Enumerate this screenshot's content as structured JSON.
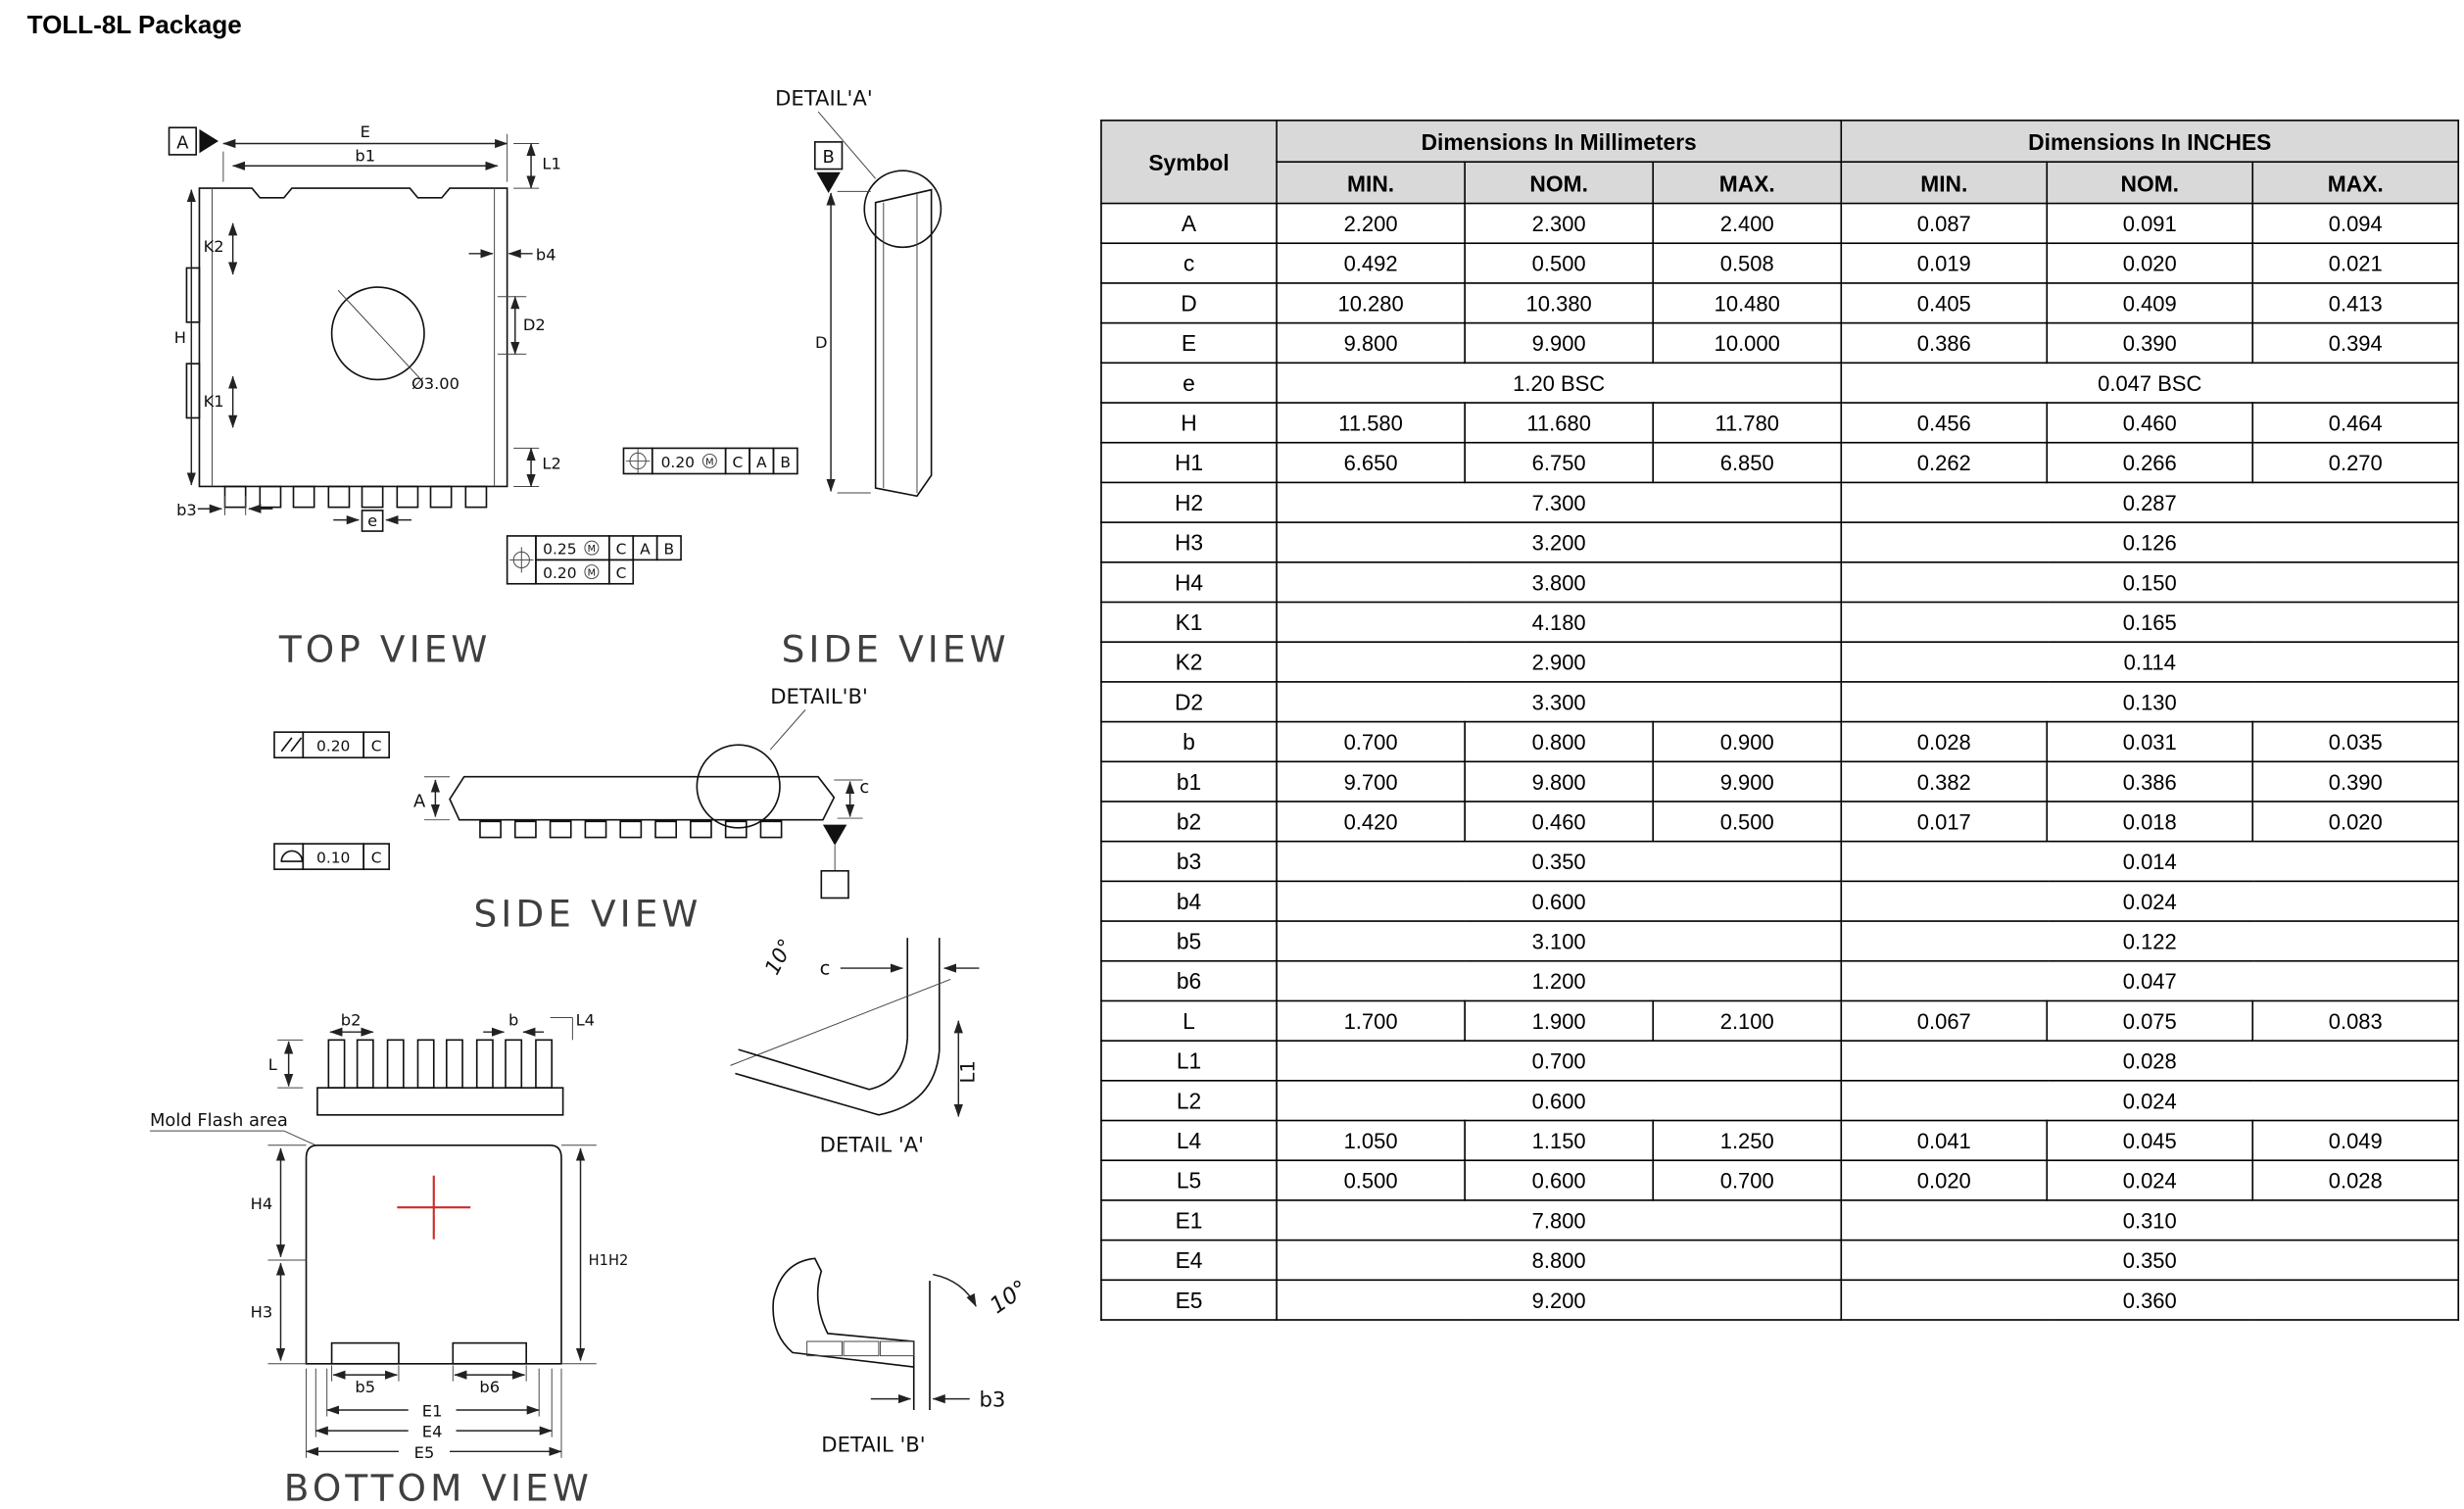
{
  "page": {
    "title": "TOLL-8L Package"
  },
  "table": {
    "header": {
      "symbol": "Symbol",
      "mm": "Dimensions In Millimeters",
      "inches": "Dimensions In INCHES",
      "min": "MIN.",
      "nom": "NOM.",
      "max": "MAX."
    },
    "rows": [
      {
        "symbol": "A",
        "mm": [
          "2.200",
          "2.300",
          "2.400"
        ],
        "in": [
          "0.087",
          "0.091",
          "0.094"
        ]
      },
      {
        "symbol": "c",
        "mm": [
          "0.492",
          "0.500",
          "0.508"
        ],
        "in": [
          "0.019",
          "0.020",
          "0.021"
        ]
      },
      {
        "symbol": "D",
        "mm": [
          "10.280",
          "10.380",
          "10.480"
        ],
        "in": [
          "0.405",
          "0.409",
          "0.413"
        ]
      },
      {
        "symbol": "E",
        "mm": [
          "9.800",
          "9.900",
          "10.000"
        ],
        "in": [
          "0.386",
          "0.390",
          "0.394"
        ]
      },
      {
        "symbol": "e",
        "mm": [
          "1.20 BSC"
        ],
        "in": [
          "0.047 BSC"
        ]
      },
      {
        "symbol": "H",
        "mm": [
          "11.580",
          "11.680",
          "11.780"
        ],
        "in": [
          "0.456",
          "0.460",
          "0.464"
        ]
      },
      {
        "symbol": "H1",
        "mm": [
          "6.650",
          "6.750",
          "6.850"
        ],
        "in": [
          "0.262",
          "0.266",
          "0.270"
        ]
      },
      {
        "symbol": "H2",
        "mm": [
          "7.300"
        ],
        "in": [
          "0.287"
        ]
      },
      {
        "symbol": "H3",
        "mm": [
          "3.200"
        ],
        "in": [
          "0.126"
        ]
      },
      {
        "symbol": "H4",
        "mm": [
          "3.800"
        ],
        "in": [
          "0.150"
        ]
      },
      {
        "symbol": "K1",
        "mm": [
          "4.180"
        ],
        "in": [
          "0.165"
        ]
      },
      {
        "symbol": "K2",
        "mm": [
          "2.900"
        ],
        "in": [
          "0.114"
        ]
      },
      {
        "symbol": "D2",
        "mm": [
          "3.300"
        ],
        "in": [
          "0.130"
        ]
      },
      {
        "symbol": "b",
        "mm": [
          "0.700",
          "0.800",
          "0.900"
        ],
        "in": [
          "0.028",
          "0.031",
          "0.035"
        ]
      },
      {
        "symbol": "b1",
        "mm": [
          "9.700",
          "9.800",
          "9.900"
        ],
        "in": [
          "0.382",
          "0.386",
          "0.390"
        ]
      },
      {
        "symbol": "b2",
        "mm": [
          "0.420",
          "0.460",
          "0.500"
        ],
        "in": [
          "0.017",
          "0.018",
          "0.020"
        ]
      },
      {
        "symbol": "b3",
        "mm": [
          "0.350"
        ],
        "in": [
          "0.014"
        ]
      },
      {
        "symbol": "b4",
        "mm": [
          "0.600"
        ],
        "in": [
          "0.024"
        ]
      },
      {
        "symbol": "b5",
        "mm": [
          "3.100"
        ],
        "in": [
          "0.122"
        ]
      },
      {
        "symbol": "b6",
        "mm": [
          "1.200"
        ],
        "in": [
          "0.047"
        ]
      },
      {
        "symbol": "L",
        "mm": [
          "1.700",
          "1.900",
          "2.100"
        ],
        "in": [
          "0.067",
          "0.075",
          "0.083"
        ]
      },
      {
        "symbol": "L1",
        "mm": [
          "0.700"
        ],
        "in": [
          "0.028"
        ]
      },
      {
        "symbol": "L2",
        "mm": [
          "0.600"
        ],
        "in": [
          "0.024"
        ]
      },
      {
        "symbol": "L4",
        "mm": [
          "1.050",
          "1.150",
          "1.250"
        ],
        "in": [
          "0.041",
          "0.045",
          "0.049"
        ]
      },
      {
        "symbol": "L5",
        "mm": [
          "0.500",
          "0.600",
          "0.700"
        ],
        "in": [
          "0.020",
          "0.024",
          "0.028"
        ]
      },
      {
        "symbol": "E1",
        "mm": [
          "7.800"
        ],
        "in": [
          "0.310"
        ]
      },
      {
        "symbol": "E4",
        "mm": [
          "8.800"
        ],
        "in": [
          "0.350"
        ]
      },
      {
        "symbol": "E5",
        "mm": [
          "9.200"
        ],
        "in": [
          "0.360"
        ]
      }
    ]
  },
  "drawings": {
    "top_view": {
      "label": "TOP VIEW",
      "datum_a": "A",
      "dim_e": "E",
      "dim_b1": "b1",
      "dim_l1": "L1",
      "dim_k2": "K2",
      "dim_b4": "b4",
      "dim_d2": "D2",
      "dim_h": "H",
      "dim_k1": "K1",
      "dim_l2": "L2",
      "dim_b3": "b3",
      "dim_pitch_e": "e",
      "dim_dia": "Ø3.00",
      "fcf_row1": {
        "symbol": "⌖",
        "value": "0.25",
        "modifier": "M",
        "ref1": "C",
        "ref2": "A",
        "ref3": "B"
      },
      "fcf_row2": {
        "value": "0.20",
        "modifier": "M",
        "ref1": "C"
      }
    },
    "side_view_right": {
      "label": "SIDE VIEW",
      "detail_a_callout": "DETAIL'A'",
      "datum_b": "B",
      "dim_d": "D",
      "fcf": {
        "symbol": "⌖",
        "value": "0.20",
        "modifier": "M",
        "ref1": "C",
        "ref2": "A",
        "ref3": "B"
      }
    },
    "side_view_front": {
      "label": "SIDE VIEW",
      "detail_b_callout": "DETAIL'B'",
      "dim_a": "A",
      "dim_c": "c",
      "fcf_parallelism": {
        "symbol": "//",
        "value": "0.20",
        "ref1": "C"
      },
      "fcf_profile": {
        "symbol": "⌓",
        "value": "0.10",
        "ref1": "C"
      }
    },
    "detail_a": {
      "label": "DETAIL 'A'",
      "angle": "10°",
      "dim_c": "c",
      "dim_l1": "L1"
    },
    "detail_b": {
      "label": "DETAIL 'B'",
      "angle": "10°",
      "dim_b3": "b3"
    },
    "bottom_view": {
      "label": "BOTTOM VIEW",
      "mold_flash_note": "Mold Flash area",
      "dim_b2": "b2",
      "dim_b": "b",
      "dim_l4": "L4",
      "dim_l": "L",
      "dim_h4": "H4",
      "dim_h3": "H3",
      "dim_h1h2": "H1H2",
      "dim_b5": "b5",
      "dim_b6": "b6",
      "dim_e1": "E1",
      "dim_e4": "E4",
      "dim_e5": "E5"
    }
  }
}
